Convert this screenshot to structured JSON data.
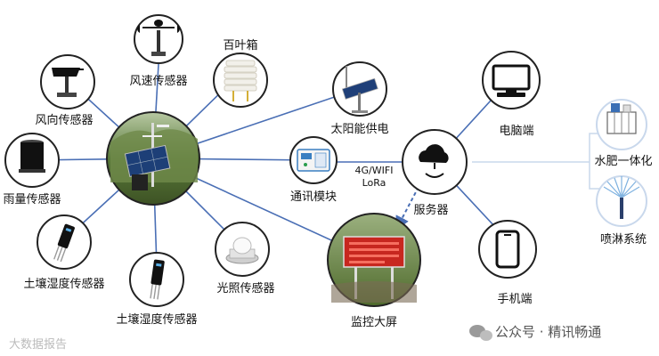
{
  "nodes": {
    "wind_speed": "风速传感器",
    "louver_box": "百叶箱",
    "wind_direction": "风向传感器",
    "solar_power": "太阳能供电",
    "rain_gauge": "雨量传感器",
    "comm_module": "通讯模块",
    "soil_humidity_1": "土壤湿度传感器",
    "soil_humidity_2": "土壤湿度传感器",
    "light_sensor": "光照传感器",
    "display_screen": "监控大屏",
    "server": "服务器",
    "pc_client": "电脑端",
    "mobile_client": "手机端",
    "fertigation": "水肥一体化",
    "sprinkler": "喷淋系统"
  },
  "link_label": {
    "line1": "4G/WIFI",
    "line2": "LoRa"
  },
  "watermark": {
    "left": "大数据报告",
    "right": "公众号 · 精讯畅通"
  },
  "colors": {
    "connector": "#4a6fb5",
    "light_connector": "#c9d8ec",
    "node_border": "#222222",
    "display_red": "#c7271f"
  }
}
